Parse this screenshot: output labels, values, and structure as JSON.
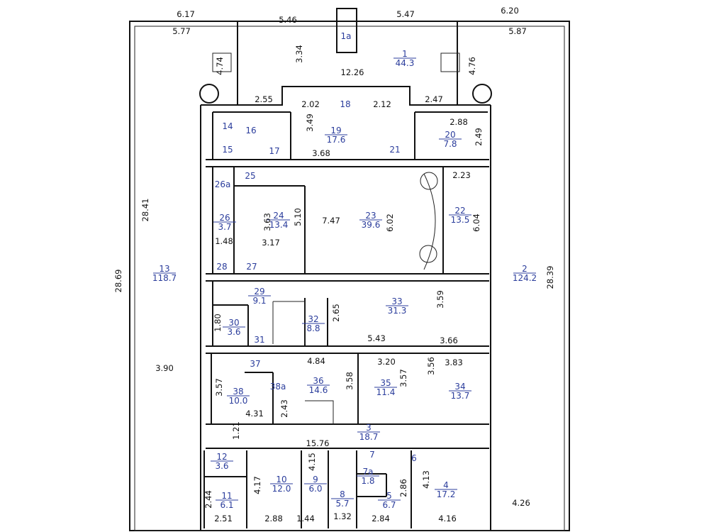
{
  "colors": {
    "room_label": "#2b3d9c",
    "dimension": "#111111",
    "wall": "#111111"
  },
  "rooms": [
    {
      "number": "1a",
      "area": ""
    },
    {
      "number": "1",
      "area": "44.3"
    },
    {
      "number": "2",
      "area": "124.2"
    },
    {
      "number": "3",
      "area": "18.7"
    },
    {
      "number": "4",
      "area": "17.2"
    },
    {
      "number": "5",
      "area": "6.7"
    },
    {
      "number": "6",
      "area": ""
    },
    {
      "number": "7",
      "area": ""
    },
    {
      "number": "7a",
      "area": "1.8"
    },
    {
      "number": "8",
      "area": "5.7"
    },
    {
      "number": "9",
      "area": "6.0"
    },
    {
      "number": "10",
      "area": "12.0"
    },
    {
      "number": "11",
      "area": "6.1"
    },
    {
      "number": "12",
      "area": "3.6"
    },
    {
      "number": "13",
      "area": "118.7"
    },
    {
      "number": "14",
      "area": ""
    },
    {
      "number": "15",
      "area": ""
    },
    {
      "number": "16",
      "area": ""
    },
    {
      "number": "17",
      "area": ""
    },
    {
      "number": "18",
      "area": ""
    },
    {
      "number": "19",
      "area": "17.6"
    },
    {
      "number": "20",
      "area": "7.8"
    },
    {
      "number": "21",
      "area": ""
    },
    {
      "number": "22",
      "area": "13.5"
    },
    {
      "number": "23",
      "area": "39.6"
    },
    {
      "number": "24",
      "area": "13.4"
    },
    {
      "number": "25",
      "area": ""
    },
    {
      "number": "26a",
      "area": ""
    },
    {
      "number": "26",
      "area": "3.7"
    },
    {
      "number": "27",
      "area": ""
    },
    {
      "number": "28",
      "area": ""
    },
    {
      "number": "29",
      "area": "9.1"
    },
    {
      "number": "30",
      "area": "3.6"
    },
    {
      "number": "31",
      "area": ""
    },
    {
      "number": "32",
      "area": "8.8"
    },
    {
      "number": "33",
      "area": "31.3"
    },
    {
      "number": "34",
      "area": "13.7"
    },
    {
      "number": "35",
      "area": "11.4"
    },
    {
      "number": "36",
      "area": "14.6"
    },
    {
      "number": "37",
      "area": ""
    },
    {
      "number": "38",
      "area": "10.0"
    },
    {
      "number": "38a",
      "area": ""
    }
  ],
  "dimensions": [
    "6.17",
    "5.77",
    "5.46",
    "5.47",
    "6.20",
    "5.87",
    "4.74",
    "4.76",
    "3.34",
    "12.26",
    "2.55",
    "2.47",
    "2.02",
    "2.12",
    "3.49",
    "2.88",
    "2.49",
    "3.68",
    "2.23",
    "3.63",
    "5.10",
    "7.47",
    "6.02",
    "6.04",
    "1.48",
    "3.17",
    "28.41",
    "28.69",
    "28.39",
    "3.90",
    "4.26",
    "2.65",
    "3.59",
    "1.80",
    "5.43",
    "3.66",
    "4.84",
    "3.20",
    "3.83",
    "3.57",
    "3.56",
    "3.57",
    "2.43",
    "3.58",
    "4.31",
    "1.21",
    "15.76",
    "4.15",
    "4.17",
    "4.13",
    "2.86",
    "2.44",
    "2.51",
    "2.88",
    "1.44",
    "1.32",
    "2.84",
    "4.16"
  ]
}
